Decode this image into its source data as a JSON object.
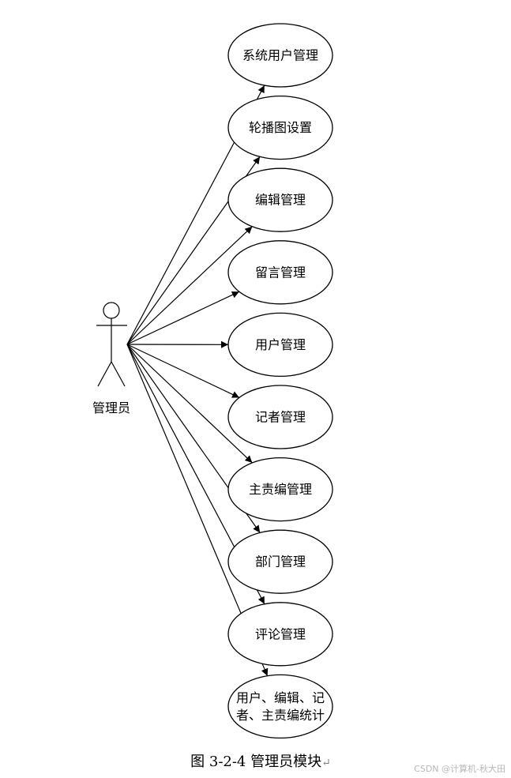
{
  "diagram": {
    "type": "use-case",
    "actor": {
      "label": "管理员"
    },
    "use_cases": [
      {
        "lines": [
          "系统用户管理"
        ]
      },
      {
        "lines": [
          "轮播图设置"
        ]
      },
      {
        "lines": [
          "编辑管理"
        ]
      },
      {
        "lines": [
          "留言管理"
        ]
      },
      {
        "lines": [
          "用户管理"
        ]
      },
      {
        "lines": [
          "记者管理"
        ]
      },
      {
        "lines": [
          "主责编管理"
        ]
      },
      {
        "lines": [
          "部门管理"
        ]
      },
      {
        "lines": [
          "评论管理"
        ]
      },
      {
        "lines": [
          "用户、编辑、记",
          "者、主责编统计"
        ]
      }
    ]
  },
  "caption": "图 3-2-4 管理员模块",
  "caption_mark": "↵",
  "watermark": "CSDN @计算机-秋大田"
}
